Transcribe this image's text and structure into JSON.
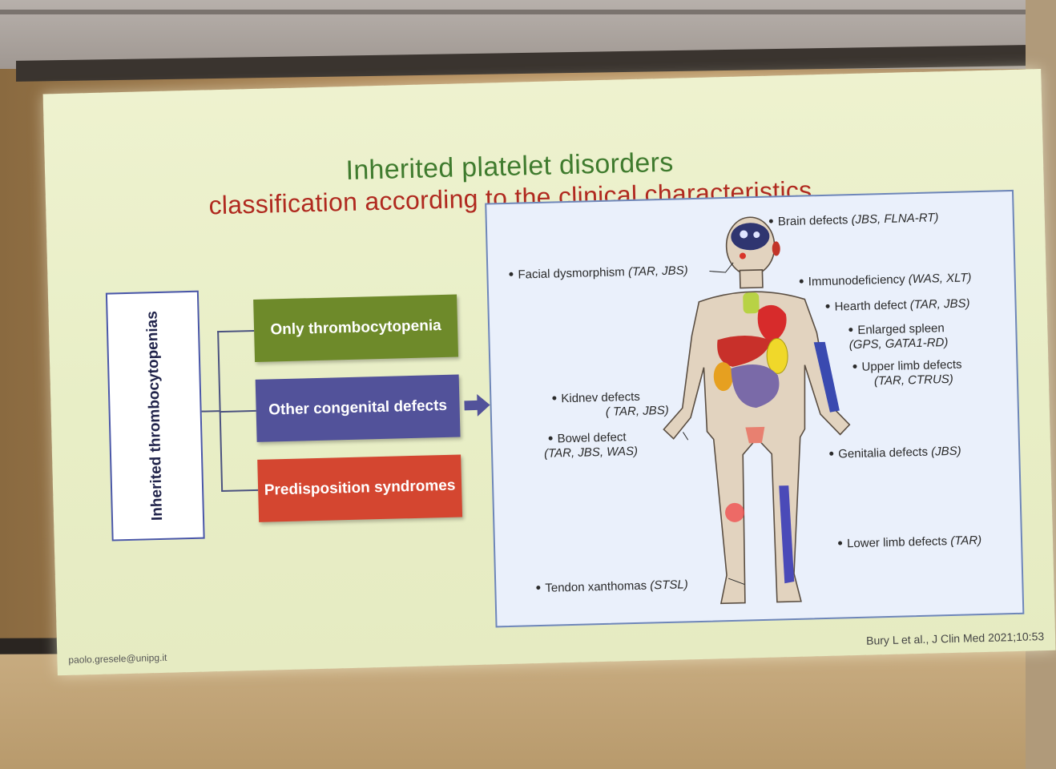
{
  "slide": {
    "title": "Inherited platelet disorders",
    "subtitle": "classification according to the  clinical characteristics",
    "vertical_label": "Inherited thrombocytopenias",
    "categories": [
      {
        "label": "Only thrombocytopenia",
        "color": "#6e8a2a"
      },
      {
        "label": "Other congenital defects",
        "color": "#52529a"
      },
      {
        "label": "Predisposition syndromes",
        "color": "#d44630"
      }
    ],
    "annotations": {
      "brain": {
        "label": "Brain defects",
        "refs": "(JBS, FLNA-RT)"
      },
      "facial": {
        "label": "Facial dysmorphism",
        "refs": "(TAR, JBS)"
      },
      "immuno": {
        "label": "Immunodeficiency",
        "refs": "(WAS, XLT)"
      },
      "heart": {
        "label": "Hearth defect",
        "refs": "(TAR, JBS)"
      },
      "spleen": {
        "label": "Enlarged spleen",
        "refs": "(GPS, GATA1-RD)"
      },
      "upper_limb": {
        "label": "Upper limb defects",
        "refs": "(TAR, CTRUS)"
      },
      "kidney": {
        "label": "Kidnev defects",
        "refs": "( TAR, JBS)"
      },
      "bowel": {
        "label": "Bowel defect",
        "refs": "(TAR, JBS, WAS)"
      },
      "genitalia": {
        "label": "Genitalia defects",
        "refs": "(JBS)"
      },
      "lower_limb": {
        "label": "Lower limb defects",
        "refs": "(TAR)"
      },
      "tendon": {
        "label": "Tendon xanthomas",
        "refs": "(STSL)"
      }
    },
    "footer": {
      "email": "paolo.gresele@unipg.it",
      "citation": "Bury L et al., J Clin Med 2021;10:53"
    }
  }
}
